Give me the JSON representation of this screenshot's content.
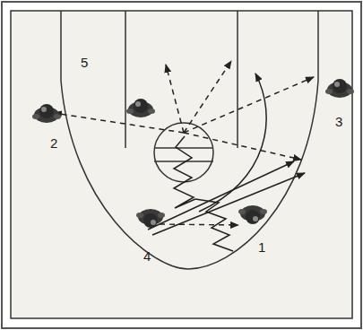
{
  "diagram": {
    "labels": [
      "5",
      "2",
      "3",
      "4",
      "1"
    ]
  }
}
